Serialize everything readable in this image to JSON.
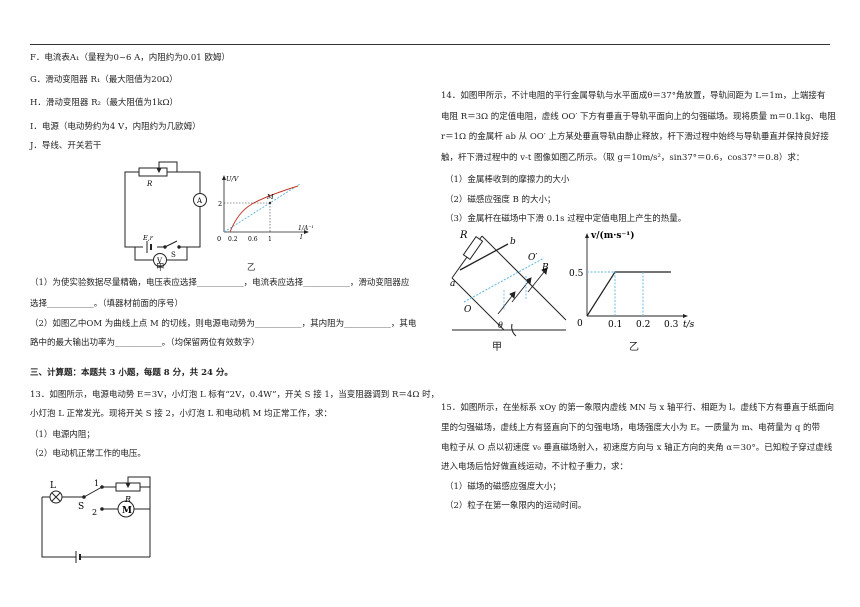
{
  "left": {
    "opt_f": "F．电流表A₁（量程为0~6 A，内阻约为0.01 欧姆）",
    "opt_g": "G．滑动变阻器 R₁（最大阻值为20Ω）",
    "opt_h": "H．滑动变阻器 R₂（最大阻值为1kΩ）",
    "opt_i": "I．电源（电动势约为4 V，内阻约为几欧姆）",
    "opt_j": "J．导线、开关若干",
    "fig_labels": {
      "r": "R",
      "a": "A",
      "v": "V",
      "es": "E,r",
      "s": "S",
      "u_axis": "U/V",
      "m": "M",
      "two": "2",
      "zero": "0",
      "t02": "0.2",
      "t06": "0.6",
      "t1": "1",
      "x_axis": "1/A⁻¹",
      "i": "I",
      "jia": "甲",
      "yi": "乙"
    },
    "q1_line1": "（1）为使实验数据尽量精确，电压表应选择___________，电流表应选择___________，滑动变阻器应",
    "q1_line2": "选择___________。（填器材前面的序号）",
    "q2_line1": "（2）如图乙中OM 为曲线上点 M 的切线，则电源电动势为___________，其内阻为___________，其电",
    "q2_line2": "路中的最大输出功率为___________。（均保留两位有效数字）",
    "section3": "三、计算题：本题共 3 小题，每题 8 分，共 24 分。",
    "p13_line1": "13．如图所示，电源电动势 E＝3V，小灯泡 L 标有“2V，0.4W”，开关 S 接 1，当变阻器调到 R＝4Ω 时，",
    "p13_line2": "小灯泡 L 正常发光。现将开关 S 接 2，小灯泡 L 和电动机 M 均正常工作，求：",
    "p13_q1": "（1）电源内阻；",
    "p13_q2": "（2）电动机正常工作的电压。",
    "fig13": {
      "l": "L",
      "one": "1",
      "r": "R",
      "s": "S",
      "two": "2",
      "m": "M"
    }
  },
  "right": {
    "p14_line1": "14．如图甲所示，不计电阻的平行金属导轨与水平面成θ＝37°角放置，导轨间距为 L＝1m，上端接有",
    "p14_line2": "电阻 R＝3Ω 的定值电阻，虚线 OO′ 下方有垂直于导轨平面向上的匀强磁场。现将质量 m＝0.1kg、电阻",
    "p14_line3": "r＝1Ω 的金属杆 ab 从 OO′ 上方某处垂直导轨由静止释放，杆下滑过程中始终与导轨垂直并保持良好接",
    "p14_line4": "触，杆下滑过程中的 v-t 图像如图乙所示。（取 g＝10m/s²，sin37°＝0.6，cos37°＝0.8）求：",
    "p14_q1": "（1）金属棒收到的摩擦力的大小",
    "p14_q2": "（2）磁感应强度 B 的大小；",
    "p14_q3": "（3）金属杆在磁场中下滑 0.1s 过程中定值电阻上产生的热量。",
    "fig14": {
      "r": "R",
      "b": "b",
      "a": "a",
      "o": "O",
      "o_prime": "O′",
      "bfield": "B",
      "theta": "θ",
      "v_axis": "v/(m·s⁻¹)",
      "v05": "0.5",
      "zero": "0",
      "t01": "0.1",
      "t02": "0.2",
      "t03": "0.3",
      "t_axis": "t/s",
      "jia": "甲",
      "yi": "乙"
    },
    "p15_line1": "15．如图所示，在坐标系 xOy 的第一象限内虚线 MN 与 x 轴平行、相距为 l。虚线下方有垂直于纸面向",
    "p15_line2": "里的匀强磁场，虚线上方有竖直向下的匀强电场，电场强度大小为 E。一质量为 m、电荷量为 q 的带",
    "p15_line3": "电粒子从 O 点以初速度 v₀ 垂直磁场射入，初速度方向与 x 轴正方向的夹角 α＝30°。已知粒子穿过虚线",
    "p15_line4": "进入电场后恰好做直线运动，不计粒子重力，求：",
    "p15_q1": "（1）磁场的磁感应强度大小；",
    "p15_q2": "（2）粒子在第一象限内的运动时间。"
  }
}
